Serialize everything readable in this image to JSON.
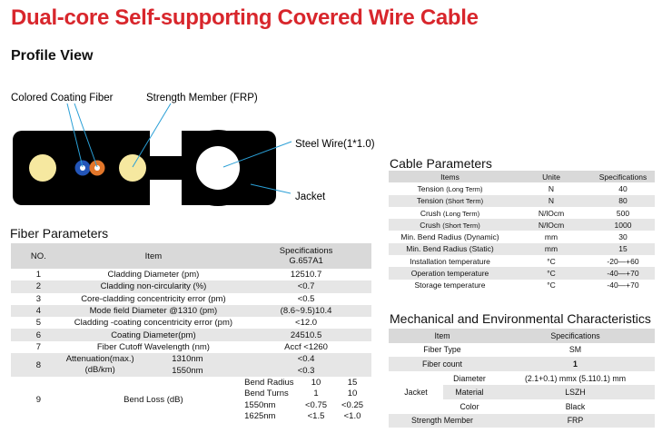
{
  "title": "Dual-core Self-supporting Covered Wire Cable",
  "profile_heading": "Profile View",
  "diagram": {
    "labels": {
      "colored_fiber": "Colored Coating Fiber",
      "strength_member": "Strength Member (FRP)",
      "steel_wire": "Steel Wire(1*1.0)",
      "jacket": "Jacket"
    }
  },
  "fiber_params": {
    "heading": "Fiber Parameters",
    "headers": {
      "no": "NO.",
      "item": "Item",
      "spec": "Specifications",
      "spec_sub": "G.657A1"
    },
    "rows": [
      {
        "no": "1",
        "item": "Cladding Diameter (pm)",
        "spec": "12510.7"
      },
      {
        "no": "2",
        "item": "Cladding non-circularity (%)",
        "spec": "<0.7"
      },
      {
        "no": "3",
        "item": "Core-cladding concentricity error (pm)",
        "spec": "<0.5"
      },
      {
        "no": "4",
        "item": "Mode field Diameter @1310 (pm)",
        "spec": "(8.6~9.5)10.4"
      },
      {
        "no": "5",
        "item": "Cladding -coating concentricity error (pm)",
        "spec": "<12.0"
      },
      {
        "no": "6",
        "item": "Coating Diameter(pm)",
        "spec": "24510.5"
      },
      {
        "no": "7",
        "item": "Fiber Cutoff Wavelength (nm)",
        "spec": "Accf <1260"
      }
    ],
    "attenuation": {
      "no": "8",
      "item": "Attenuation(max.)",
      "unit": "(dB/km)",
      "w1": "1310nm",
      "v1": "<0.4",
      "w2": "1550nm",
      "v2": "<0.3"
    },
    "bend": {
      "no": "9",
      "item": "Bend Loss (dB)",
      "rows": [
        {
          "label": "Bend Radius",
          "a": "10",
          "b": "15"
        },
        {
          "label": "Bend Turns",
          "a": "1",
          "b": "10"
        },
        {
          "label": "1550nm",
          "a": "<0.75",
          "b": "<0.25"
        },
        {
          "label": "1625nm",
          "a": "<1.5",
          "b": "<1.0"
        }
      ]
    }
  },
  "cable_params": {
    "heading": "Cable Parameters",
    "headers": {
      "item": "Items",
      "unit": "Unite",
      "spec": "Specifications"
    },
    "rows": [
      {
        "item": "Tension",
        "sub": "(Long Term)",
        "unit": "N",
        "spec": "40"
      },
      {
        "item": "Tension",
        "sub": "(Short Term)",
        "unit": "N",
        "spec": "80"
      },
      {
        "item": "Crush",
        "sub": "(Long Term)",
        "unit": "N/lOcm",
        "spec": "500"
      },
      {
        "item": "Crush",
        "sub": "(Short Term)",
        "unit": "N/lOcm",
        "spec": "1000"
      },
      {
        "item": "Min. Bend Radius",
        "sub": "(Dynamic)",
        "unit": "mm",
        "spec": "30"
      },
      {
        "item": "Min. Bend Radius",
        "sub": "(Static)",
        "unit": "mm",
        "spec": "15"
      },
      {
        "item": "Installation temperature",
        "sub": "",
        "unit": "°C",
        "spec": "-20—+60"
      },
      {
        "item": "Operation temperature",
        "sub": "",
        "unit": "°C",
        "spec": "-40—+70"
      },
      {
        "item": "Storage temperature",
        "sub": "",
        "unit": "°C",
        "spec": "-40—+70"
      }
    ]
  },
  "mech": {
    "heading": "Mechanical and Environmental Characteristics",
    "headers": {
      "item": "Item",
      "spec": "Specifications"
    },
    "fiber_type": {
      "label": "Fiber Type",
      "value": "SM"
    },
    "fiber_count": {
      "label": "Fiber count",
      "value": "1"
    },
    "jacket": {
      "label": "Jacket",
      "diameter": {
        "label": "Diameter",
        "value": "(2.1+0.1) mmx (5.110.1) mm"
      },
      "material": {
        "label": "Material",
        "value": "LSZH"
      },
      "color": {
        "label": "Color",
        "value": "Black"
      }
    },
    "strength": {
      "label": "Strength Member",
      "value": "FRP"
    }
  },
  "colors": {
    "title": "#d8262c",
    "leader": "#2a9fd6",
    "shade": "#e6e6e6"
  }
}
